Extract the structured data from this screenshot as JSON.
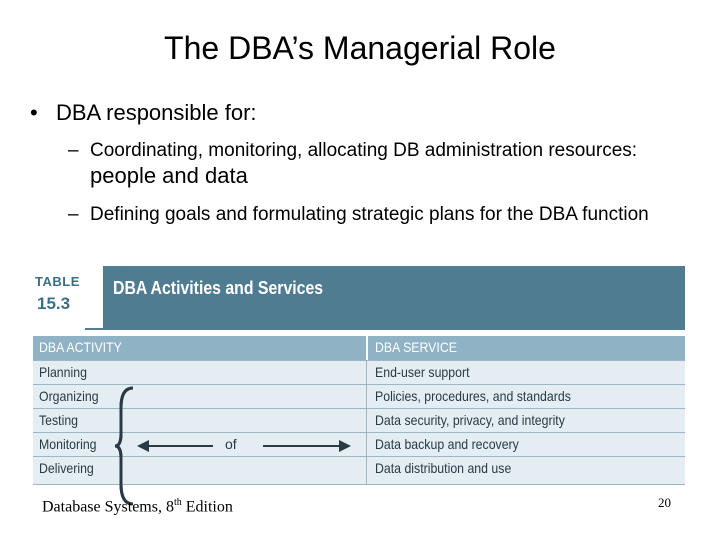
{
  "slide": {
    "title": "The DBA’s Managerial Role",
    "bullet": "DBA responsible for:",
    "sub_items": [
      {
        "text": "Coordinating, monitoring, allocating DB administration resources:",
        "emphasis": "people and data"
      },
      {
        "text": "Defining goals and formulating strategic plans for the DBA function"
      }
    ]
  },
  "table": {
    "label_word": "TABLE",
    "label_number": "15.3",
    "caption": "DBA Activities and Services",
    "headers": [
      "DBA ACTIVITY",
      "DBA SERVICE"
    ],
    "activities": [
      "Planning",
      "Organizing",
      "Testing",
      "Monitoring",
      "Delivering"
    ],
    "services": [
      "End-user support",
      "Policies, procedures, and standards",
      "Data security, privacy, and integrity",
      "Data backup and recovery",
      "Data distribution and use"
    ],
    "connector_word": "of",
    "colors": {
      "banner": "#4f7c91",
      "header": "#8fb2c4",
      "rows": "#e4edf2",
      "label": "#3c6f86"
    }
  },
  "footer": {
    "text_before": "Database Systems, 8",
    "superscript": "th",
    "text_after": " Edition",
    "page_number": "20"
  }
}
